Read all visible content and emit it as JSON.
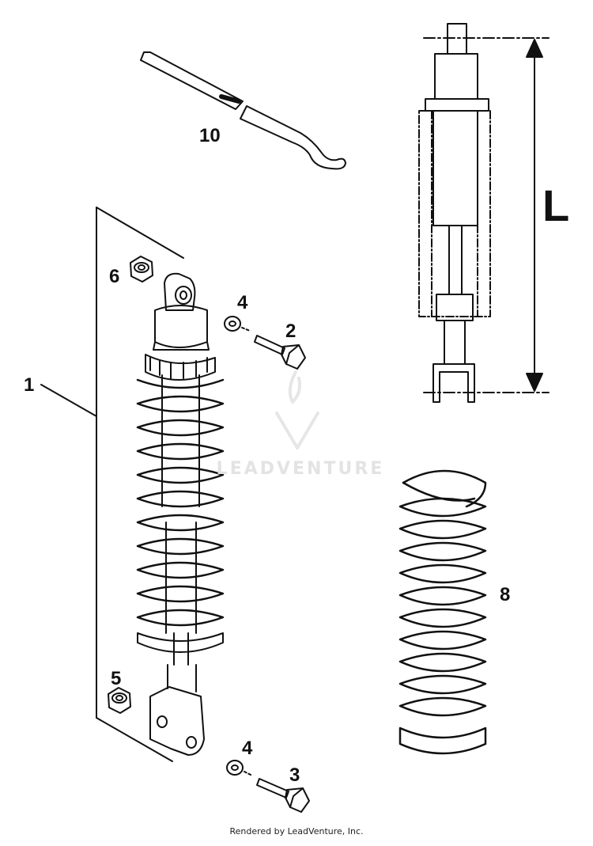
{
  "callouts": {
    "c10": "10",
    "c6": "6",
    "c4a": "4",
    "c2": "2",
    "c1": "1",
    "c8": "8",
    "c5": "5",
    "c4b": "4",
    "c3": "3"
  },
  "dimension": {
    "label": "L"
  },
  "watermark": {
    "text": "LEADVENTURE"
  },
  "footer": {
    "text": "Rendered by LeadVenture, Inc."
  },
  "icons": {
    "watermark_logo": "flame-v-logo"
  },
  "colors": {
    "ink": "#111111",
    "watermark": "#e3e3e3",
    "background": "#ffffff"
  }
}
